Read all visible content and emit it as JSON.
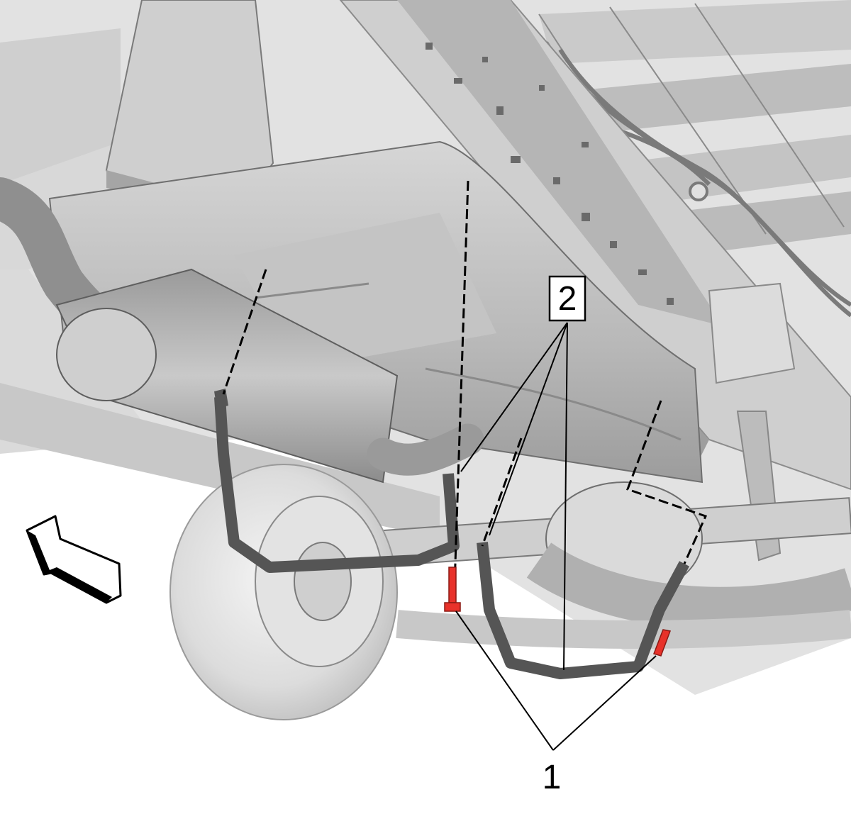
{
  "callouts": [
    {
      "id": "1",
      "label": "1",
      "boxed": false
    },
    {
      "id": "2",
      "label": "2",
      "boxed": true
    }
  ],
  "icons": {
    "direction": "front-direction-arrow-icon"
  },
  "colors": {
    "background": "#ffffff",
    "body_panel": "#e4e4e4",
    "frame_rail": "#cfcfcf",
    "tank": "#bdbdbd",
    "strap": "#555555",
    "fastener_highlight": "#e8322a",
    "leader_line": "#000000"
  }
}
